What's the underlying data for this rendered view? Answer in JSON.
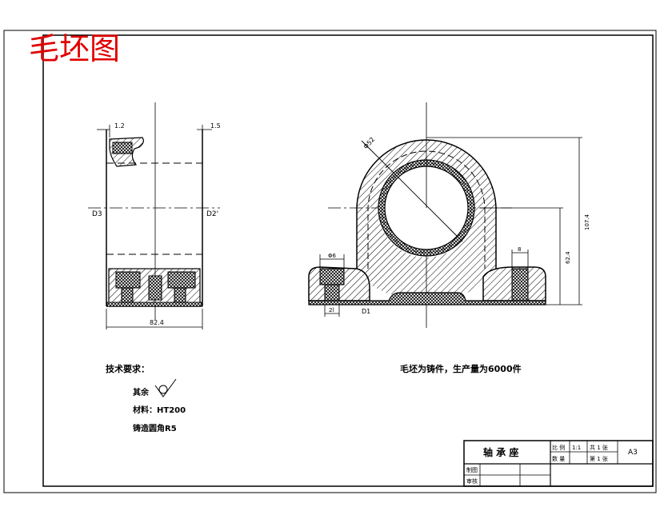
{
  "drawing": {
    "title": "毛坯图",
    "note_main": "毛坯为铸件，生产量为6000件",
    "tech_req_heading": "技术要求：",
    "tech_req_items": [
      "其余",
      "材料：HT200",
      "铸造圆角R5"
    ]
  },
  "side_view": {
    "dim_top_left": "1.2",
    "dim_top_right": "1.5",
    "label_left": "D3",
    "label_right": "D2'",
    "dim_bottom": "82.4"
  },
  "front_view": {
    "dim_diameter": "Φ52",
    "dim_total_height": "107.4",
    "dim_center_height": "62.4",
    "dim_left_boss": "Φ6",
    "dim_right_boss": "8",
    "dim_bottom_left": "2l",
    "label_d1": "D1"
  },
  "title_block": {
    "part_name": "轴 承 座",
    "ratio_label": "比 例",
    "ratio_value": "1:1",
    "count_label": "共 1 张",
    "sheet_label": "第 1 张",
    "quantity_label": "数 量",
    "size": "A3",
    "drawn_label": "制图",
    "checked_label": "审核"
  }
}
